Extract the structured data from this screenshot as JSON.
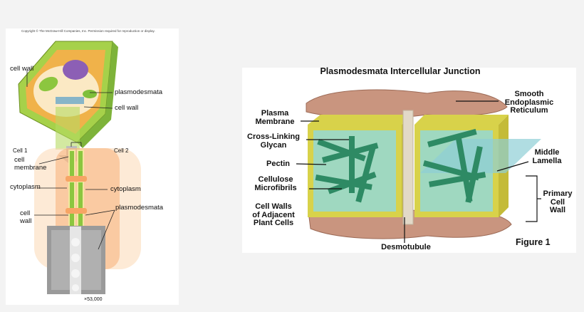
{
  "left": {
    "copyright": "Copyright © The McGraw-Hill Companies, Inc. Permission required for reproduction or display.",
    "label_cell_wall_top": "cell wall",
    "label_plasmodesmata_top": "plasmodesmata",
    "label_cell_wall_right": "cell wall",
    "label_cell1": "Cell 1",
    "label_cell2": "Cell 2",
    "label_cell_membrane": [
      "cell",
      "membrane"
    ],
    "label_cytoplasm_left": "cytoplasm",
    "label_cytoplasm_right": "cytoplasm",
    "label_cell_wall_bottom": [
      "cell",
      "wall"
    ],
    "label_plasmodesmata_bottom": "plasmodesmata",
    "magnification": "×53,000"
  },
  "right": {
    "title": "Plasmodesmata Intercellular Junction",
    "smooth_er": [
      "Smooth",
      "Endoplasmic",
      "Reticulum"
    ],
    "plasma_membrane": [
      "Plasma",
      "Membrane"
    ],
    "cross_linking_glycan": [
      "Cross-Linking",
      "Glycan"
    ],
    "pectin": "Pectin",
    "cellulose": [
      "Cellulose",
      "Microfibrils"
    ],
    "cell_walls": [
      "Cell Walls",
      "of Adjacent",
      "Plant Cells"
    ],
    "middle_lamella": [
      "Middle",
      "Lamella"
    ],
    "primary_cell_wall": [
      "Primary",
      "Cell",
      "Wall"
    ],
    "desmotubule": "Desmotubule",
    "figure_label": "Figure 1"
  },
  "colors": {
    "background": "#f3f3f3",
    "membrane_yellow": "#d8d24a",
    "fibril_green": "#2e8a64",
    "er_tan": "#c9957f",
    "cell_green": "#8cc63f"
  }
}
